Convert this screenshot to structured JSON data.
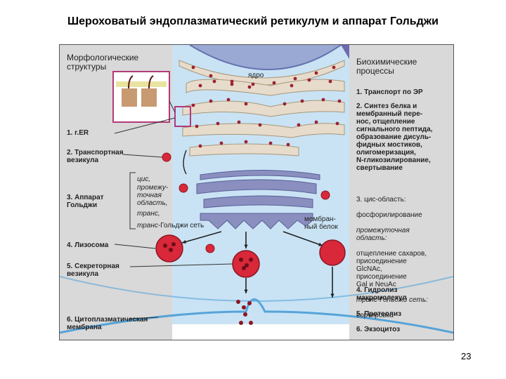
{
  "slide": {
    "title": "Шероховатый эндоплазматический ретикулум и аппарат Гольджи",
    "page_number": "23"
  },
  "left_panel": {
    "header": "Морфологические\nструктуры",
    "labels": [
      "1. r.ER",
      "2. Транспортная\n    везикула",
      "3. Аппарат\n    Гольджи",
      "4. Лизосома",
      "5. Секреторная\n    везикула",
      "6. Цитоплазматическая\n    мембрана"
    ]
  },
  "center": {
    "nucleus": "ядро",
    "golgi_regions": [
      "цис,",
      "промежу-\nточная\nобласть,",
      "транс,",
      "транс-",
      "Гольджи сеть"
    ],
    "membrane_protein": "мембран-\nный белок"
  },
  "right_panel": {
    "header": "Биохимические\nпроцессы",
    "p1": "1. Транспорт по ЭР",
    "p2": "2. Синтез белка и\n    мембранный пере-\n    нос, отщепление\n    сигнального пептида,\n    образование дисуль-\n    фидных мостиков,\n    олигомеризация,\n    N-гликозилирование,\n    свертывание",
    "p3_title": "3. цис-область:",
    "p3_a": "    фосфорилирование",
    "p3_b": "    промежуточная\n    область:",
    "p3_c": "    отщепление сахаров,\n    присоединение\n    GlcNAc,\n    присоединение\n    Gal и NeuAc",
    "p3_d": "    транс-Гольджи сеть:",
    "p3_e": "    сортировка",
    "p4": "4. Гидролиз\n    макромолекул",
    "p5": "5. Протеолиз",
    "p6": "6. Экзоцитоз"
  },
  "colors": {
    "panel": "#d9d9d9",
    "cytoplasm": "#c9e3f4",
    "nucleus": "#9aa9d4",
    "er": "#e7dccb",
    "golgi": "#8a8fc0",
    "ribosome": "#9b2230",
    "vesicle": "#d8283a",
    "membrane": "#56a3d8"
  }
}
